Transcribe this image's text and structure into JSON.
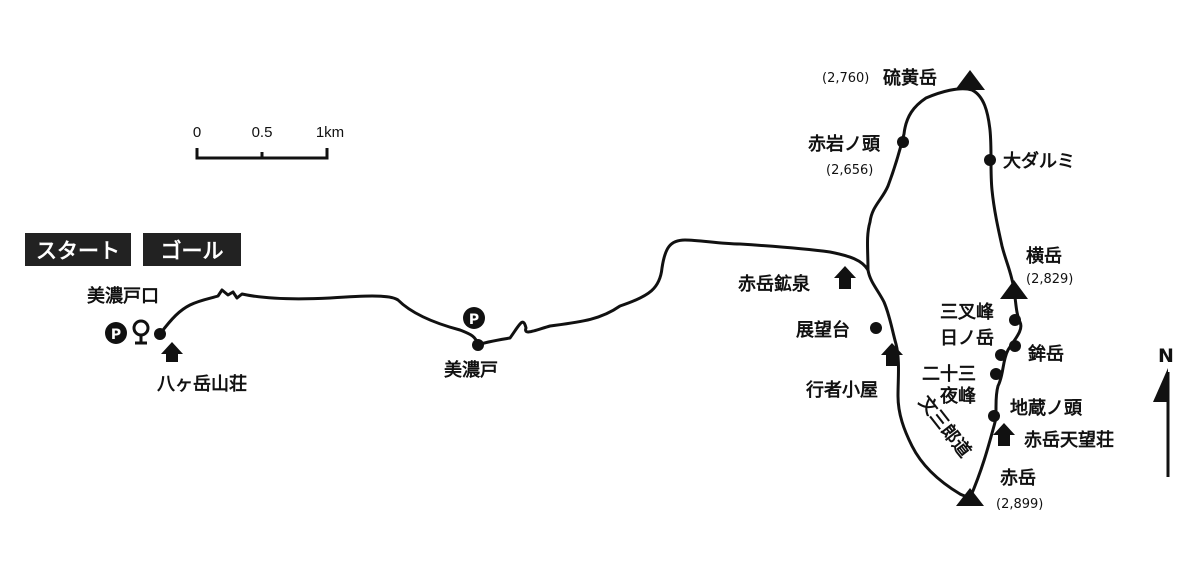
{
  "badges": {
    "start": "スタート",
    "goal": "ゴール"
  },
  "scale": {
    "t0": "0",
    "t1": "0.5",
    "t2": "1km"
  },
  "north": "N",
  "trail_name": "文三郎道",
  "places": {
    "minotoguchi": "美濃戸口",
    "yatsugatake_sanso": "八ヶ岳山荘",
    "minoto": "美濃戸",
    "iodake": "硫黄岳",
    "iodake_elev": "(2,760)",
    "akaiwanokashira": "赤岩ノ頭",
    "akaiwanokashira_elev": "(2,656)",
    "odarumi": "大ダルミ",
    "yokodake": "横岳",
    "yokodake_elev": "(2,829)",
    "akadake_kosen": "赤岳鉱泉",
    "tenbodai": "展望台",
    "sansaho": "三叉峰",
    "hinotake": "日ノ岳",
    "kanatake": "鉾岳",
    "nijusanya": "二十三",
    "nijusanya2": "夜峰",
    "gyoja_goya": "行者小屋",
    "jizonokashira": "地蔵ノ頭",
    "akadake_tenbosou": "赤岳天望荘",
    "akadake": "赤岳",
    "akadake_elev": "(2,899)"
  },
  "icons": {
    "parking": "P"
  }
}
